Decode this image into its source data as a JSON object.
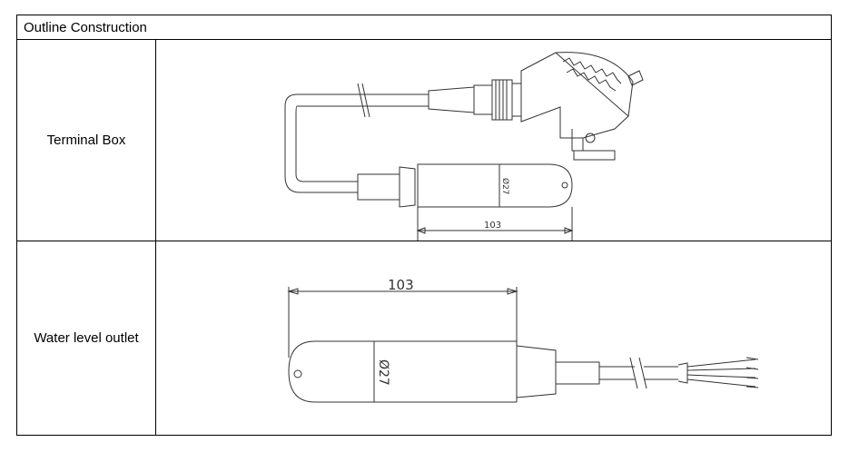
{
  "table": {
    "header": "Outline Construction",
    "rows": [
      {
        "label": "Terminal Box",
        "dimension_length": "103",
        "dimension_diameter": "Ø27"
      },
      {
        "label": "Water level outlet",
        "dimension_length": "103",
        "dimension_diameter": "Ø27"
      }
    ]
  }
}
